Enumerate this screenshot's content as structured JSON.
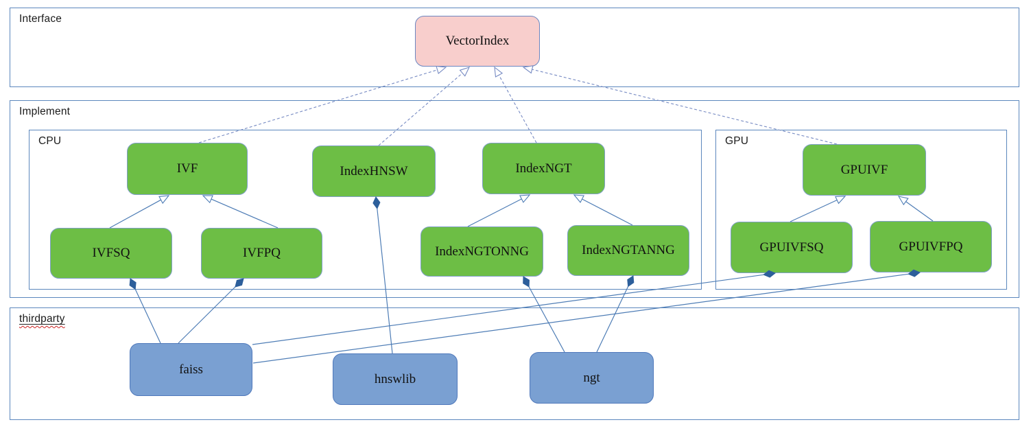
{
  "diagram": {
    "containers": {
      "interface": {
        "label": "Interface"
      },
      "implement": {
        "label": "Implement"
      },
      "cpu": {
        "label": "CPU"
      },
      "gpu": {
        "label": "GPU"
      },
      "thirdparty": {
        "label": "thirdparty"
      }
    },
    "nodes": {
      "vectorindex": {
        "label": "VectorIndex",
        "kind": "interface"
      },
      "ivf": {
        "label": "IVF",
        "kind": "implementation"
      },
      "indexhnsw": {
        "label": "IndexHNSW",
        "kind": "implementation"
      },
      "indexngt": {
        "label": "IndexNGT",
        "kind": "implementation"
      },
      "ivfsq": {
        "label": "IVFSQ",
        "kind": "implementation"
      },
      "ivfpq": {
        "label": "IVFPQ",
        "kind": "implementation"
      },
      "indexngtonng": {
        "label": "IndexNGTONNG",
        "kind": "implementation"
      },
      "indexngtanng": {
        "label": "IndexNGTANNG",
        "kind": "implementation"
      },
      "gpuivf": {
        "label": "GPUIVF",
        "kind": "implementation"
      },
      "gpuivfsq": {
        "label": "GPUIVFSQ",
        "kind": "implementation"
      },
      "gpuivfpq": {
        "label": "GPUIVFPQ",
        "kind": "implementation"
      },
      "faiss": {
        "label": "faiss",
        "kind": "thirdparty"
      },
      "hnswlib": {
        "label": "hnswlib",
        "kind": "thirdparty"
      },
      "ngt": {
        "label": "ngt",
        "kind": "thirdparty"
      }
    },
    "edges": [
      {
        "from": "ivf",
        "to": "vectorindex",
        "relation": "realization"
      },
      {
        "from": "indexhnsw",
        "to": "vectorindex",
        "relation": "realization"
      },
      {
        "from": "indexngt",
        "to": "vectorindex",
        "relation": "realization"
      },
      {
        "from": "gpuivf",
        "to": "vectorindex",
        "relation": "realization"
      },
      {
        "from": "ivfsq",
        "to": "ivf",
        "relation": "generalization"
      },
      {
        "from": "ivfpq",
        "to": "ivf",
        "relation": "generalization"
      },
      {
        "from": "indexngtonng",
        "to": "indexngt",
        "relation": "generalization"
      },
      {
        "from": "indexngtanng",
        "to": "indexngt",
        "relation": "generalization"
      },
      {
        "from": "gpuivfsq",
        "to": "gpuivf",
        "relation": "generalization"
      },
      {
        "from": "gpuivfpq",
        "to": "gpuivf",
        "relation": "generalization"
      },
      {
        "from": "faiss",
        "to": "ivfsq",
        "relation": "composition"
      },
      {
        "from": "faiss",
        "to": "ivfpq",
        "relation": "composition"
      },
      {
        "from": "hnswlib",
        "to": "indexhnsw",
        "relation": "composition"
      },
      {
        "from": "ngt",
        "to": "indexngtonng",
        "relation": "composition"
      },
      {
        "from": "ngt",
        "to": "indexngtanng",
        "relation": "composition"
      },
      {
        "from": "faiss",
        "to": "gpuivfsq",
        "relation": "composition"
      },
      {
        "from": "faiss",
        "to": "gpuivfpq",
        "relation": "composition"
      }
    ],
    "colors": {
      "interface_fill": "#f8cecc",
      "interface_border": "#6c87c1",
      "implement_fill": "#6dbe45",
      "implement_border": "#7f9fc8",
      "thirdparty_fill": "#7aa0d2",
      "thirdparty_border": "#4f78bb",
      "edge_solid": "#4d7cb5",
      "edge_dashed": "#7589c2",
      "diamond_fill": "#2d5f9b",
      "container_border": "#5b87bd",
      "label_color": "#1a1a1a",
      "spellcheck_red": "#cc2222"
    }
  }
}
